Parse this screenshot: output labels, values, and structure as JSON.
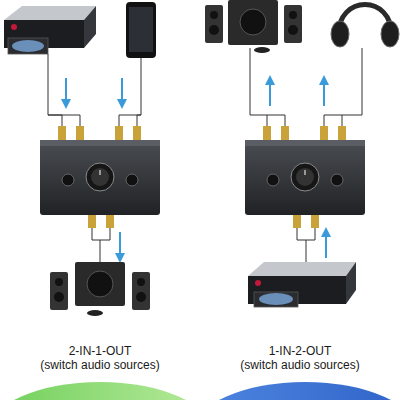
{
  "diagram": {
    "labels": [
      "2-IN-1-OUT",
      "(switch audio sources)",
      "1-IN-2-OUT",
      "(switch audio sources)"
    ]
  }
}
